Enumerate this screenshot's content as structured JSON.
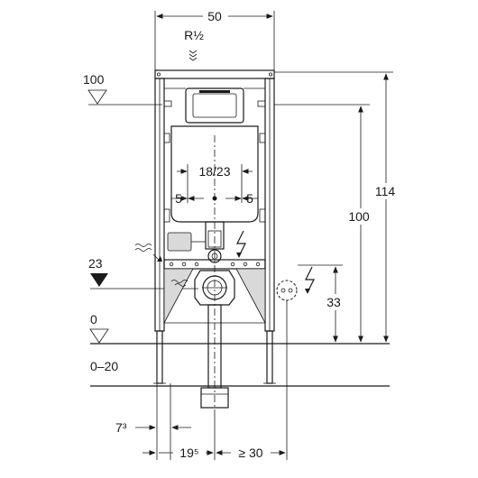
{
  "labels": {
    "width_50": "50",
    "r_half": "R½",
    "level_100": "100",
    "level_23": "23",
    "level_0": "0",
    "floor_range": "0–20",
    "d_18_23": "18/23",
    "d_5_left": "5",
    "d_5_right": "5",
    "h_114": "114",
    "h_100": "100",
    "h_33": "33",
    "d_7_3": "7³",
    "d_19_5": "19⁵",
    "d_ge_30": "≥ 30"
  },
  "icons": {
    "water_inlet": "water-inlet-arrows-icon",
    "electric_upper": "lightning-bolt-icon",
    "electric_side": "lightning-bolt-icon",
    "water_side": "water-wave-icon",
    "outlet_side": "socket-circle-icon"
  }
}
